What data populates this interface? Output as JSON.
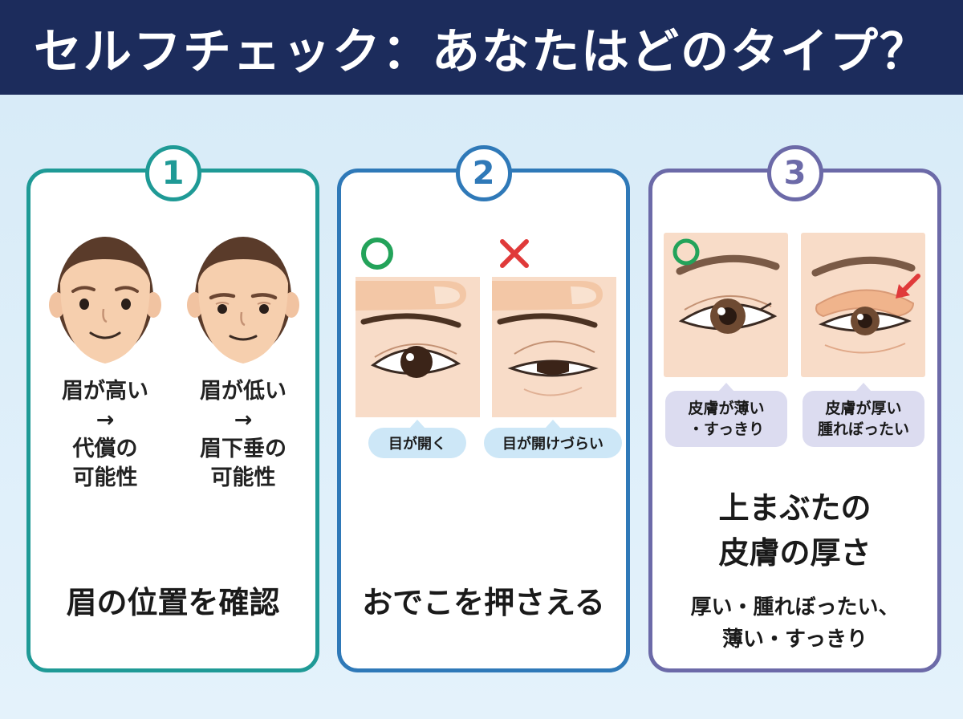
{
  "header": {
    "title": "セルフチェック：あなたはどのタイプ？"
  },
  "cards": [
    {
      "number": "1",
      "faces": [
        {
          "line1": "眉が高い",
          "arrow": "→",
          "line2": "代償の",
          "line3": "可能性"
        },
        {
          "line1": "眉が低い",
          "arrow": "→",
          "line2": "眉下垂の",
          "line3": "可能性"
        }
      ],
      "title": "眉の位置を確認"
    },
    {
      "number": "2",
      "panels": [
        {
          "mark": "○",
          "label": "目が開く"
        },
        {
          "mark": "✕",
          "label": "目が開けづらい"
        }
      ],
      "title": "おでこを押さえる"
    },
    {
      "number": "3",
      "panels": [
        {
          "mark": "○",
          "line1": "皮膚が薄い",
          "line2": "・すっきり"
        },
        {
          "mark": "arrow",
          "line1": "皮膚が厚い",
          "line2": "腫れぼったい"
        }
      ],
      "title_line1": "上まぶたの",
      "title_line2": "皮膚の厚さ",
      "sub_line1": "厚い・腫れぼったい、",
      "sub_line2": "薄い・すっきり"
    }
  ],
  "colors": {
    "header_bg": "#1c2c5c",
    "card1": "#1f9a96",
    "card2": "#2f79b8",
    "card3": "#6c6aa8",
    "ok_green": "#23a35a",
    "ng_red": "#e03a3a"
  }
}
